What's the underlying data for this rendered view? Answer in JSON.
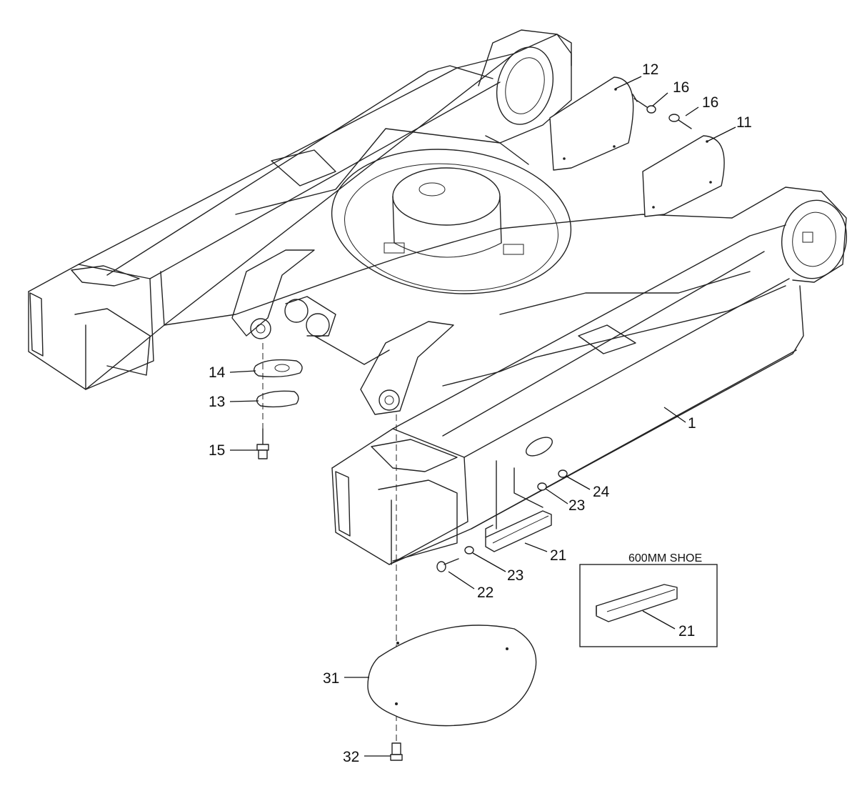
{
  "diagram": {
    "inset_title": "600MM SHOE",
    "callouts": {
      "c1": "1",
      "c11": "11",
      "c12": "12",
      "c13": "13",
      "c14": "14",
      "c15": "15",
      "c16a": "16",
      "c16b": "16",
      "c21": "21",
      "c21_inset": "21",
      "c22": "22",
      "c23a": "23",
      "c23b": "23",
      "c24": "24",
      "c31": "31",
      "c32": "32"
    }
  }
}
